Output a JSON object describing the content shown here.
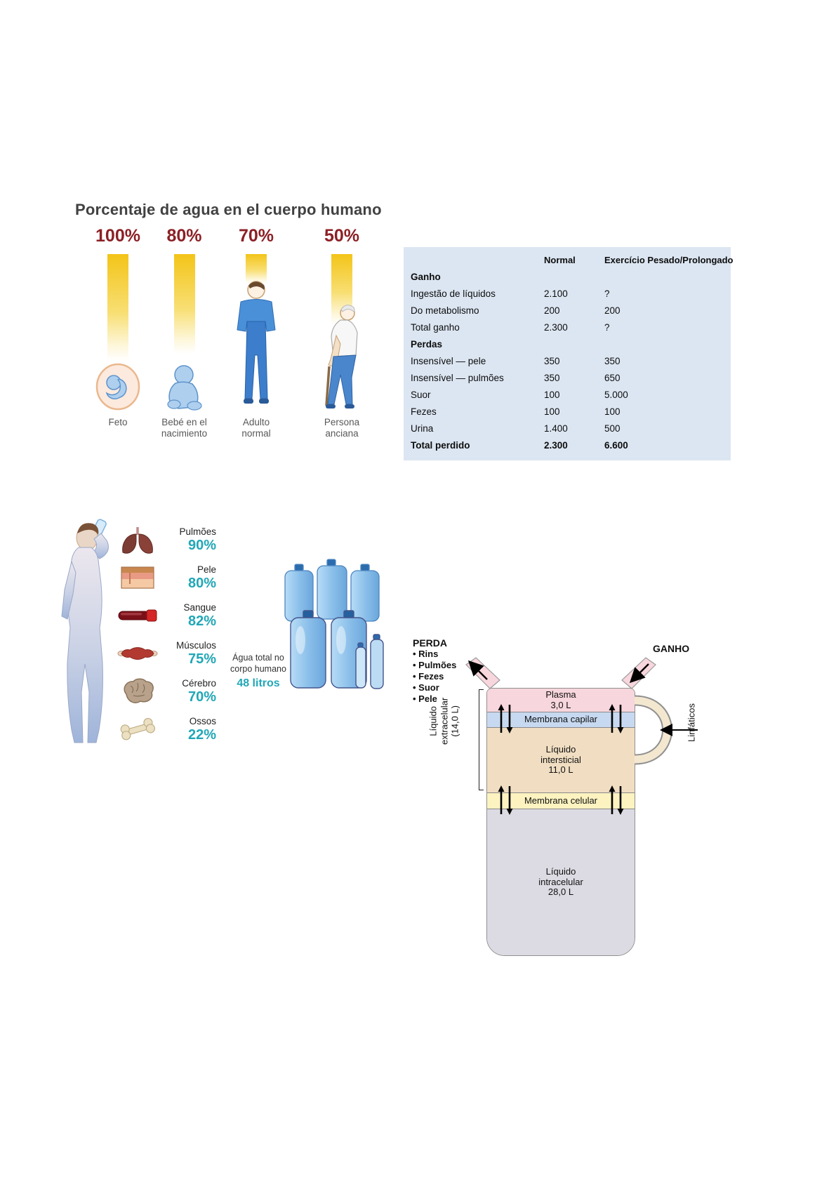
{
  "title": "Porcentaje de agua en el cuerpo humano",
  "age_chart": {
    "items": [
      {
        "percent": "100%",
        "label": "Feto"
      },
      {
        "percent": "80%",
        "label": "Bebé en el\nnacimiento"
      },
      {
        "percent": "70%",
        "label": "Adulto\nnormal"
      },
      {
        "percent": "50%",
        "label": "Persona\nanciana"
      }
    ]
  },
  "balance_table": {
    "header": {
      "normal": "Normal",
      "exercise": "Exercício Pesado/Prolongado"
    },
    "rows": [
      {
        "label": "Ganho",
        "normal": "",
        "exercise": ""
      },
      {
        "label": "Ingestão de líquidos",
        "normal": "2.100",
        "exercise": "?"
      },
      {
        "label": "Do metabolismo",
        "normal": "200",
        "exercise": "200"
      },
      {
        "label": "Total ganho",
        "normal": "2.300",
        "exercise": "?"
      },
      {
        "label": "Perdas",
        "normal": "",
        "exercise": ""
      },
      {
        "label": "Insensível — pele",
        "normal": "350",
        "exercise": "350"
      },
      {
        "label": "Insensível — pulmões",
        "normal": "350",
        "exercise": "650"
      },
      {
        "label": "Suor",
        "normal": "100",
        "exercise": "5.000"
      },
      {
        "label": "Fezes",
        "normal": "100",
        "exercise": "100"
      },
      {
        "label": "Urina",
        "normal": "1.400",
        "exercise": "500"
      },
      {
        "label": "Total perdido",
        "normal": "2.300",
        "exercise": "6.600"
      }
    ]
  },
  "organs": {
    "items": [
      {
        "name": "Pulmões",
        "percent": "90%",
        "icon": "lungs-icon"
      },
      {
        "name": "Pele",
        "percent": "80%",
        "icon": "skin-icon"
      },
      {
        "name": "Sangue",
        "percent": "82%",
        "icon": "blood-tube-icon"
      },
      {
        "name": "Músculos",
        "percent": "75%",
        "icon": "muscle-icon"
      },
      {
        "name": "Cérebro",
        "percent": "70%",
        "icon": "brain-icon"
      },
      {
        "name": "Ossos",
        "percent": "22%",
        "icon": "bone-icon"
      }
    ]
  },
  "total_water": {
    "caption": "Água total no\ncorpo humano",
    "value": "48 litros"
  },
  "compartments": {
    "perda_title": "PERDA",
    "perda_items": [
      "Rins",
      "Pulmões",
      "Fezes",
      "Suor",
      "Pele"
    ],
    "ganho_title": "GANHO",
    "plasma_label": "Plasma\n3,0 L",
    "capillary_membrane": "Membrana capilar",
    "interstitial_label": "Líquido\nintersticial\n11,0 L",
    "cell_membrane": "Membrana celular",
    "intracellular_label": "Líquido\nintracelular\n28,0 L",
    "extracellular_label": "Líquido\nextracelular\n(14,0 L)",
    "lymphatics_label": "Linfáticos"
  },
  "colors": {
    "accent_teal": "#21a7b7",
    "percent_red": "#8b2025",
    "table_bg": "#dce6f2",
    "plasma_pink": "#f8d6dd",
    "capillary_blue": "#c7d9f0",
    "interstitial_tan": "#f1dec2",
    "cell_membrane_yellow": "#fcf3c0",
    "intracellular_gray": "#dcdbe3",
    "bar_yellow": "#f3c418"
  }
}
